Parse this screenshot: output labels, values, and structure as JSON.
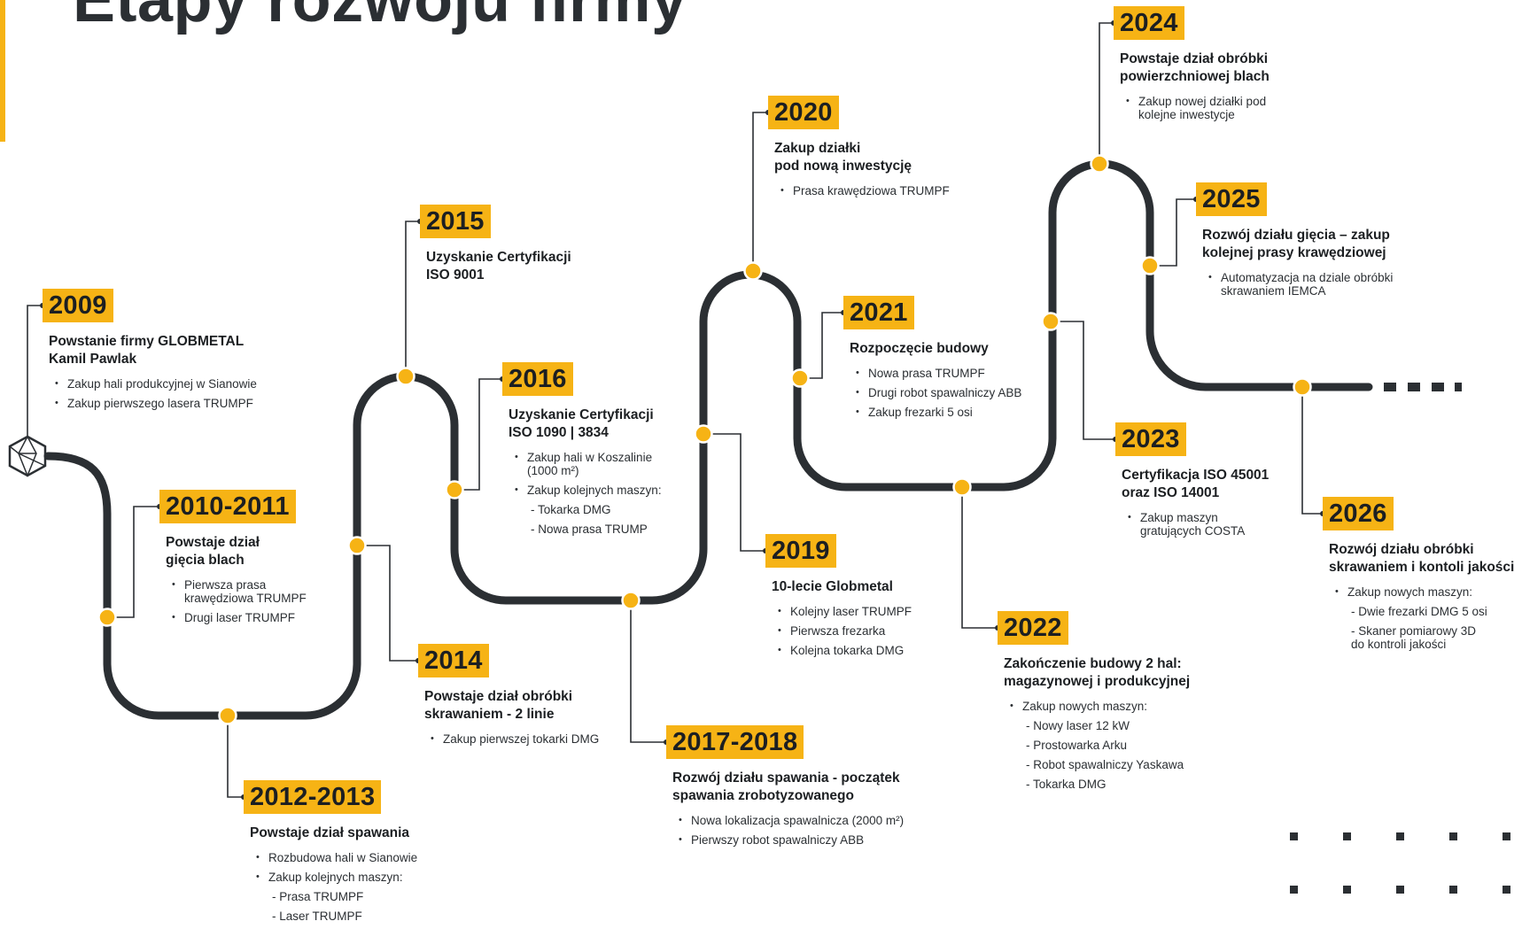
{
  "title": "Etapy rozwoju firmy",
  "colors": {
    "accent": "#f6b315",
    "dark": "#2b2f33"
  },
  "logo_icon": "globmetal-logo-icon",
  "milestones": [
    {
      "id": "2009",
      "year": "2009",
      "heading": "Powstanie firmy GLOBMETAL\nKamil Pawlak",
      "items": [
        {
          "text": "Zakup hali produkcyjnej w Sianowie",
          "bullet": true
        },
        {
          "text": "Zakup pierwszego lasera TRUMPF",
          "bullet": true
        }
      ]
    },
    {
      "id": "2010",
      "year": "2010-2011",
      "heading": "Powstaje dział\ngięcia blach",
      "items": [
        {
          "text": "Pierwsza prasa\nkrawędziowa TRUMPF",
          "bullet": true
        },
        {
          "text": "Drugi laser TRUMPF",
          "bullet": true
        }
      ]
    },
    {
      "id": "2012",
      "year": "2012-2013",
      "heading": "Powstaje dział spawania",
      "items": [
        {
          "text": "Rozbudowa hali w Sianowie",
          "bullet": true
        },
        {
          "text": "Zakup kolejnych maszyn:",
          "bullet": true
        },
        {
          "text": "- Prasa TRUMPF",
          "bullet": false
        },
        {
          "text": "- Laser TRUMPF",
          "bullet": false
        }
      ]
    },
    {
      "id": "2014",
      "year": "2014",
      "heading": "Powstaje dział obróbki\nskrawaniem - 2 linie",
      "items": [
        {
          "text": "Zakup pierwszej tokarki DMG",
          "bullet": true
        }
      ]
    },
    {
      "id": "2015",
      "year": "2015",
      "heading": "Uzyskanie Certyfikacji\nISO 9001",
      "items": []
    },
    {
      "id": "2016",
      "year": "2016",
      "heading": "Uzyskanie Certyfikacji\nISO 1090 | 3834",
      "items": [
        {
          "text": "Zakup hali w Koszalinie\n(1000 m²)",
          "bullet": true
        },
        {
          "text": "Zakup kolejnych maszyn:",
          "bullet": true
        },
        {
          "text": "- Tokarka DMG",
          "bullet": false
        },
        {
          "text": "- Nowa prasa TRUMP",
          "bullet": false
        }
      ]
    },
    {
      "id": "2017",
      "year": "2017-2018",
      "heading": "Rozwój działu spawania - początek\nspawania zrobotyzowanego",
      "items": [
        {
          "text": "Nowa lokalizacja spawalnicza (2000 m²)",
          "bullet": true
        },
        {
          "text": "Pierwszy robot spawalniczy ABB",
          "bullet": true
        }
      ]
    },
    {
      "id": "2019",
      "year": "2019",
      "heading": "10-lecie Globmetal",
      "items": [
        {
          "text": "Kolejny laser TRUMPF",
          "bullet": true
        },
        {
          "text": "Pierwsza frezarka",
          "bullet": true
        },
        {
          "text": "Kolejna tokarka DMG",
          "bullet": true
        }
      ]
    },
    {
      "id": "2020",
      "year": "2020",
      "heading": "Zakup działki\npod nową inwestycję",
      "items": [
        {
          "text": "Prasa krawędziowa TRUMPF",
          "bullet": true
        }
      ]
    },
    {
      "id": "2021",
      "year": "2021",
      "heading": "Rozpoczęcie budowy",
      "items": [
        {
          "text": "Nowa prasa TRUMPF",
          "bullet": true
        },
        {
          "text": "Drugi robot spawalniczy ABB",
          "bullet": true
        },
        {
          "text": "Zakup frezarki 5 osi",
          "bullet": true
        }
      ]
    },
    {
      "id": "2022",
      "year": "2022",
      "heading": "Zakończenie budowy 2 hal:\nmagazynowej i produkcyjnej",
      "items": [
        {
          "text": "Zakup nowych maszyn:",
          "bullet": true
        },
        {
          "text": "- Nowy laser 12 kW",
          "bullet": false
        },
        {
          "text": "- Prostowarka Arku",
          "bullet": false
        },
        {
          "text": "- Robot spawalniczy Yaskawa",
          "bullet": false
        },
        {
          "text": "- Tokarka DMG",
          "bullet": false
        }
      ]
    },
    {
      "id": "2023",
      "year": "2023",
      "heading": "Certyfikacja ISO 45001\noraz ISO 14001",
      "items": [
        {
          "text": "Zakup maszyn\ngratujących COSTA",
          "bullet": true
        }
      ]
    },
    {
      "id": "2024",
      "year": "2024",
      "heading": "Powstaje dział obróbki\npowierzchniowej blach",
      "items": [
        {
          "text": "Zakup nowej działki pod\nkolejne inwestycje",
          "bullet": true
        }
      ]
    },
    {
      "id": "2025",
      "year": "2025",
      "heading": "Rozwój działu gięcia – zakup\nkolejnej prasy krawędziowej",
      "items": [
        {
          "text": "Automatyzacja na dziale obróbki\nskrawaniem IEMCA",
          "bullet": true
        }
      ]
    },
    {
      "id": "2026",
      "year": "2026",
      "heading": "Rozwój działu obróbki\nskrawaniem i kontoli jakości",
      "items": [
        {
          "text": "Zakup nowych maszyn:",
          "bullet": true
        },
        {
          "text": "- Dwie frezarki DMG 5 osi",
          "bullet": false
        },
        {
          "text": "- Skaner pomiarowy 3D\n  do kontroli jakości",
          "bullet": false
        }
      ]
    }
  ]
}
